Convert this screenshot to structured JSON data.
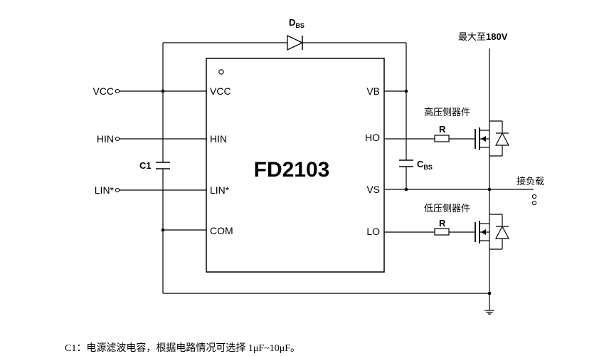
{
  "chip": {
    "name": "FD2103",
    "pins_left": [
      "VCC",
      "HIN",
      "LIN*",
      "COM"
    ],
    "pins_right": [
      "VB",
      "HO",
      "VS",
      "LO"
    ]
  },
  "inputs": [
    "VCC",
    "HIN",
    "LIN*"
  ],
  "components": {
    "capacitor_c1": "C1",
    "bootstrap_diode": {
      "main": "D",
      "sub": "BS"
    },
    "bootstrap_cap": {
      "main": "C",
      "sub": "BS"
    },
    "gate_resistor_high": "R",
    "gate_resistor_low": "R"
  },
  "labels": {
    "supply": {
      "prefix": "最大至",
      "value": "180V"
    },
    "high_side": "高压侧器件",
    "low_side": "低压侧器件",
    "load": "接负载"
  },
  "footnote": "C1：电源滤波电容，根据电路情况可选择 1μF~10μF。",
  "colors": {
    "line": "#000000",
    "background": "#ffffff"
  }
}
